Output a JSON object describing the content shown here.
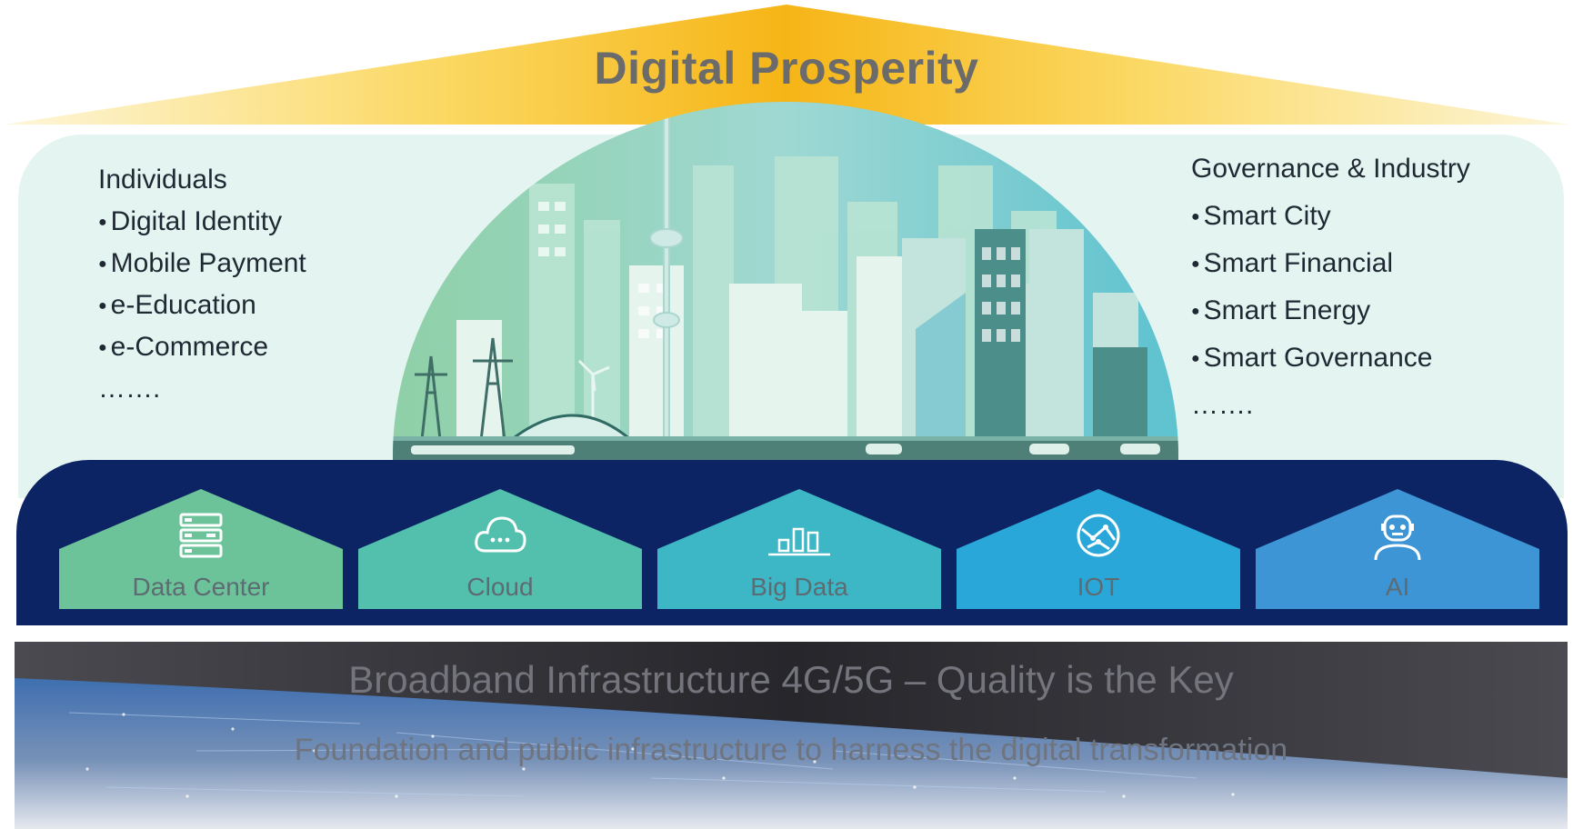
{
  "title": "Digital Prosperity",
  "individuals": {
    "heading": "Individuals",
    "items": [
      "Digital Identity",
      "Mobile Payment",
      "e-Education",
      "e-Commerce"
    ],
    "more": "……."
  },
  "governance": {
    "heading": "Governance & Industry",
    "items": [
      "Smart City",
      "Smart Financial",
      "Smart Energy",
      "Smart Governance"
    ],
    "more": "……."
  },
  "pillars": [
    {
      "label": "Data Center",
      "icon": "server-icon",
      "color": "#6cc39a"
    },
    {
      "label": "Cloud",
      "icon": "cloud-icon",
      "color": "#53c0ad"
    },
    {
      "label": "Big Data",
      "icon": "bar-chart-icon",
      "color": "#3db7c6"
    },
    {
      "label": "IOT",
      "icon": "network-globe-icon",
      "color": "#2aa7d9"
    },
    {
      "label": "AI",
      "icon": "robot-icon",
      "color": "#3d95d6"
    }
  ],
  "infrastructure": {
    "line1": "Broadband Infrastructure 4G/5G – Quality is the Key",
    "line2": "Foundation and public infrastructure to harness the digital transformation"
  },
  "colors": {
    "roof_gold": "#f7b91a",
    "panel_light": "#e4f4f1",
    "band_navy": "#0c2463"
  }
}
